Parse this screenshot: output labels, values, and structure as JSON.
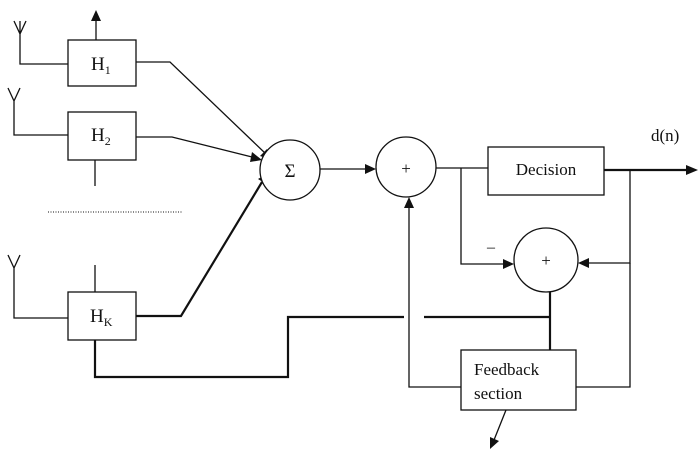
{
  "blocks": {
    "h1": {
      "main": "H",
      "sub": "1"
    },
    "h2": {
      "main": "H",
      "sub": "2"
    },
    "hk": {
      "main": "H",
      "sub": "K"
    },
    "sum": "Σ",
    "adder": "+",
    "decision": "Decision",
    "subtractor": "+",
    "feedback_line1": "Feedback",
    "feedback_line2": "section"
  },
  "labels": {
    "output": "d(n)",
    "minus": "–"
  }
}
